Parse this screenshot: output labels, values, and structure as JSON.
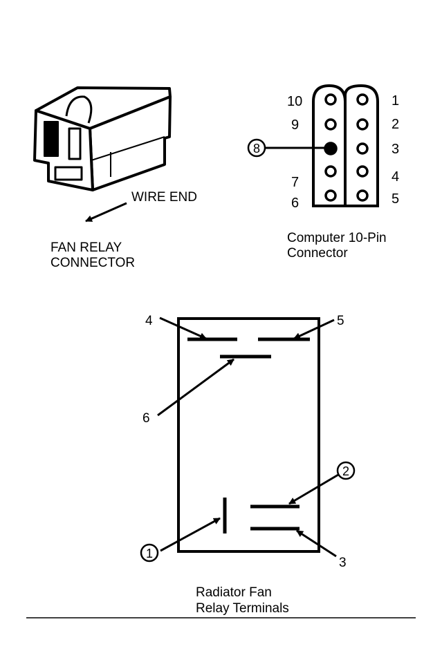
{
  "fan_relay_connector": {
    "wire_end_label": "WIRE END",
    "caption_line1": "FAN RELAY",
    "caption_line2": "CONNECTOR"
  },
  "computer_connector": {
    "caption_line1": "Computer 10-Pin",
    "caption_line2": "Connector",
    "pin_labels": {
      "p1": "1",
      "p2": "2",
      "p3": "3",
      "p4": "4",
      "p5": "5",
      "p6": "6",
      "p7": "7",
      "p8": "8",
      "p9": "9",
      "p10": "10"
    }
  },
  "relay_terminals": {
    "caption_line1": "Radiator Fan",
    "caption_line2": "Relay Terminals",
    "labels": {
      "t1": "1",
      "t2": "2",
      "t3": "3",
      "t4": "4",
      "t5": "5",
      "t6": "6"
    }
  }
}
